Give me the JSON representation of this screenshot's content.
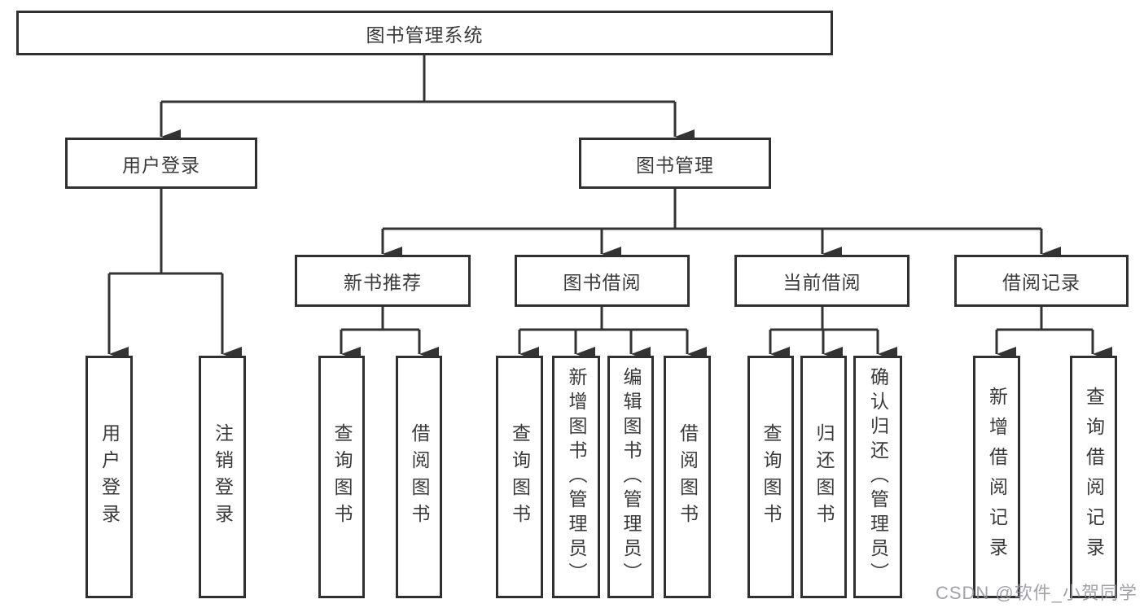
{
  "tree": {
    "root": {
      "label": "图书管理系统"
    },
    "branches": [
      {
        "label": "用户登录",
        "children": [
          {
            "label": "用户登录"
          },
          {
            "label": "注销登录"
          }
        ]
      },
      {
        "label": "图书管理",
        "sections": [
          {
            "label": "新书推荐",
            "children": [
              {
                "label": "查询图书"
              },
              {
                "label": "借阅图书"
              }
            ]
          },
          {
            "label": "图书借阅",
            "children": [
              {
                "label": "查询图书"
              },
              {
                "label": "新增图书（管理员）"
              },
              {
                "label": "编辑图书（管理员）"
              },
              {
                "label": "借阅图书"
              }
            ]
          },
          {
            "label": "当前借阅",
            "children": [
              {
                "label": "查询图书"
              },
              {
                "label": "归还图书"
              },
              {
                "label": "确认归还（管理员）"
              }
            ]
          },
          {
            "label": "借阅记录",
            "children": [
              {
                "label": "新增借阅记录"
              },
              {
                "label": "查询借阅记录"
              }
            ]
          }
        ]
      }
    ]
  },
  "watermark": {
    "text": "CSDN @软件_小贺同学"
  },
  "colors": {
    "line": "#333333",
    "border": "#303030",
    "text": "#3a3a3a",
    "watermark": "#9a9aa2",
    "background": "#ffffff"
  }
}
